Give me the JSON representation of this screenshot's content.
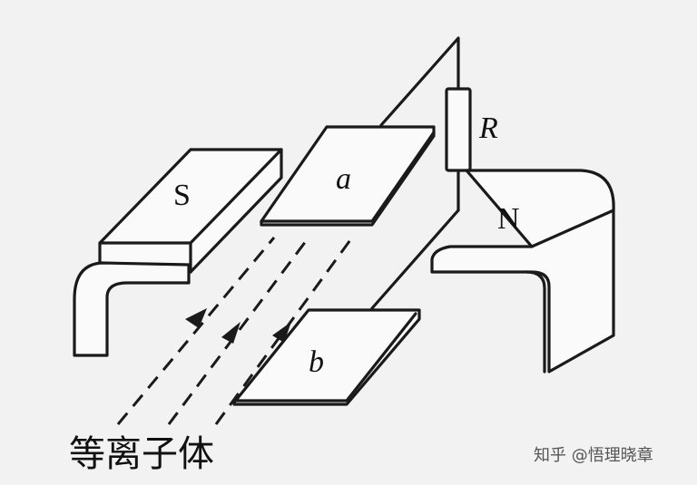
{
  "diagram": {
    "magnet_left_label": "S",
    "magnet_right_label": "N",
    "plate_top_label": "a",
    "plate_bottom_label": "b",
    "resistor_label": "R",
    "plasma_label": "等离子体",
    "watermark": "知乎 @悟理晓章"
  },
  "colors": {
    "ink": "#1a1a1a",
    "paper": "#f2f2f2"
  }
}
